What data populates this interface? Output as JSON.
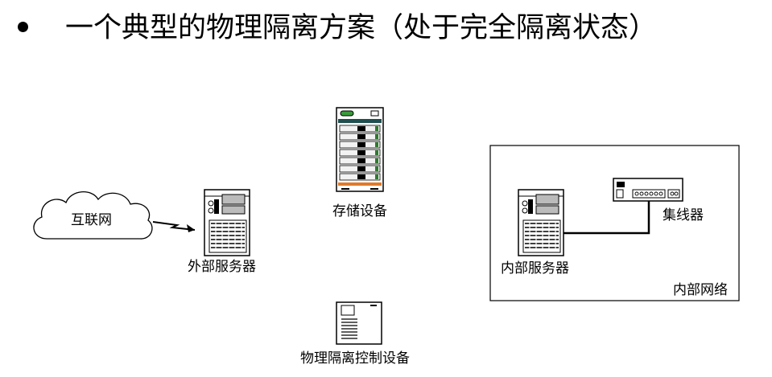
{
  "title": "一个典型的物理隔离方案（处于完全隔离状态）",
  "nodes": {
    "internet": "互联网",
    "external_server": "外部服务器",
    "storage": "存储设备",
    "isolation_device": "物理隔离控制设备",
    "internal_server": "内部服务器",
    "hub": "集线器",
    "internal_network": "内部网络"
  }
}
